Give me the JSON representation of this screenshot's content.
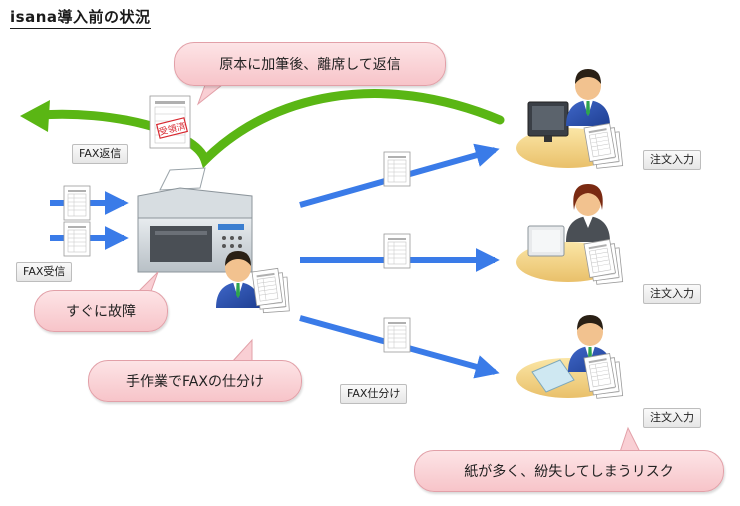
{
  "title": "isana導入前の状況",
  "labels": {
    "fax_return": "FAX返信",
    "fax_receive": "FAX受信",
    "fax_sort": "FAX仕分け",
    "order_entry_1": "注文入力",
    "order_entry_2": "注文入力",
    "order_entry_3": "注文入力"
  },
  "bubbles": {
    "top": "原本に加筆後、離席して返信",
    "breakdown": "すぐに故障",
    "manual": "手作業でFAXの仕分け",
    "risk": "紙が多く、紛失してしまうリスク"
  },
  "stamp_text": "受領済",
  "colors": {
    "blue_arrow": "#3a7be8",
    "green_arrow": "#5ab614",
    "bubble_fill": "#f9cfd4"
  }
}
